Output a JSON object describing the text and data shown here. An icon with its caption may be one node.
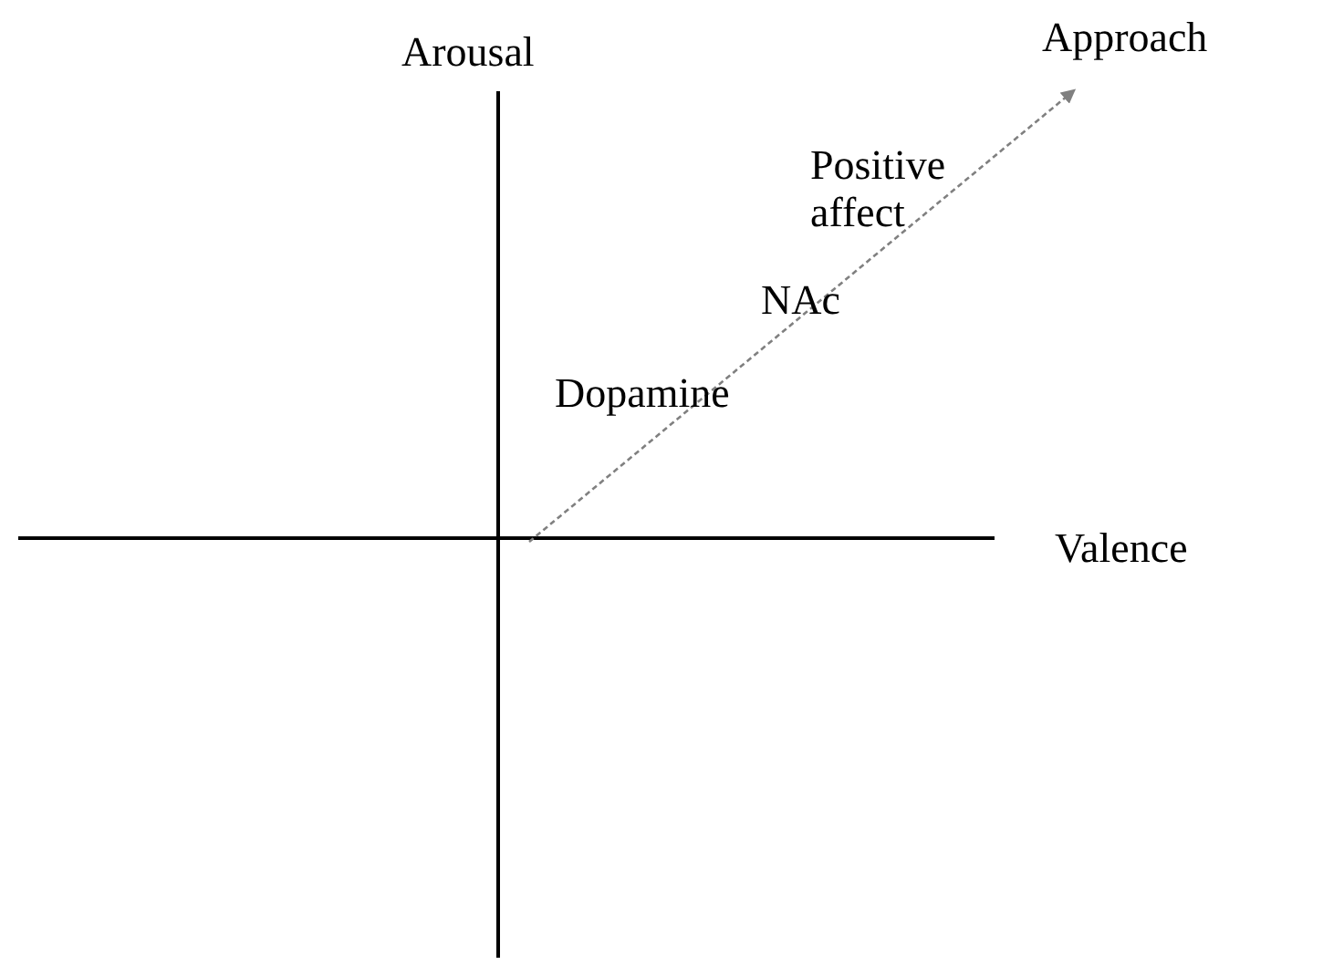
{
  "diagram": {
    "labels": [
      "Arousal",
      "Approach",
      "Positive affect",
      "NAc",
      "Dopamine",
      "Valence"
    ]
  }
}
